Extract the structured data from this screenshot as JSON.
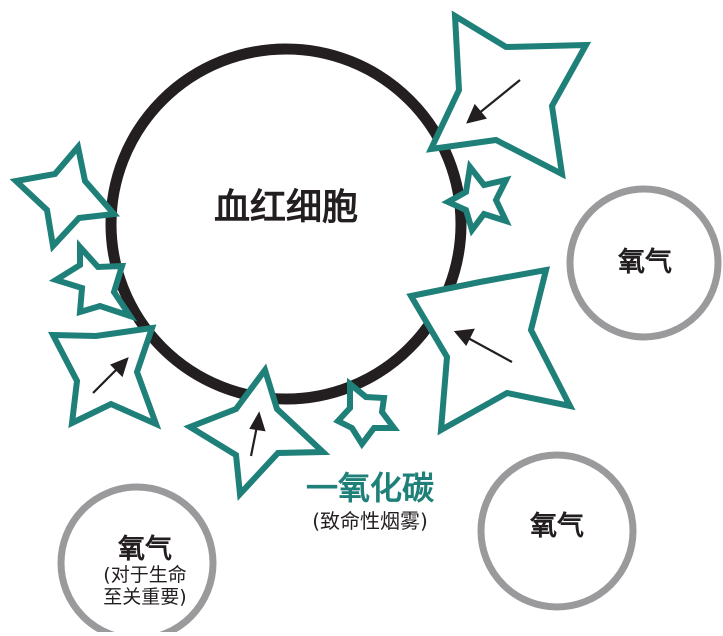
{
  "red_blood_cell": {
    "label": "血红细胞"
  },
  "oxygen_right_top": {
    "label": "氧气"
  },
  "oxygen_right_bottom": {
    "label": "氧气"
  },
  "oxygen_left": {
    "label": "氧气",
    "note_line1": "(对于生命",
    "note_line2": "至关重要)"
  },
  "carbon_monoxide": {
    "label": "一氧化碳",
    "note": "(致命性烟雾)"
  },
  "colors": {
    "cell": "#231f20",
    "molecule": "#1f8079",
    "oxygen": "#9a9a9c",
    "arrow": "#231f20"
  }
}
